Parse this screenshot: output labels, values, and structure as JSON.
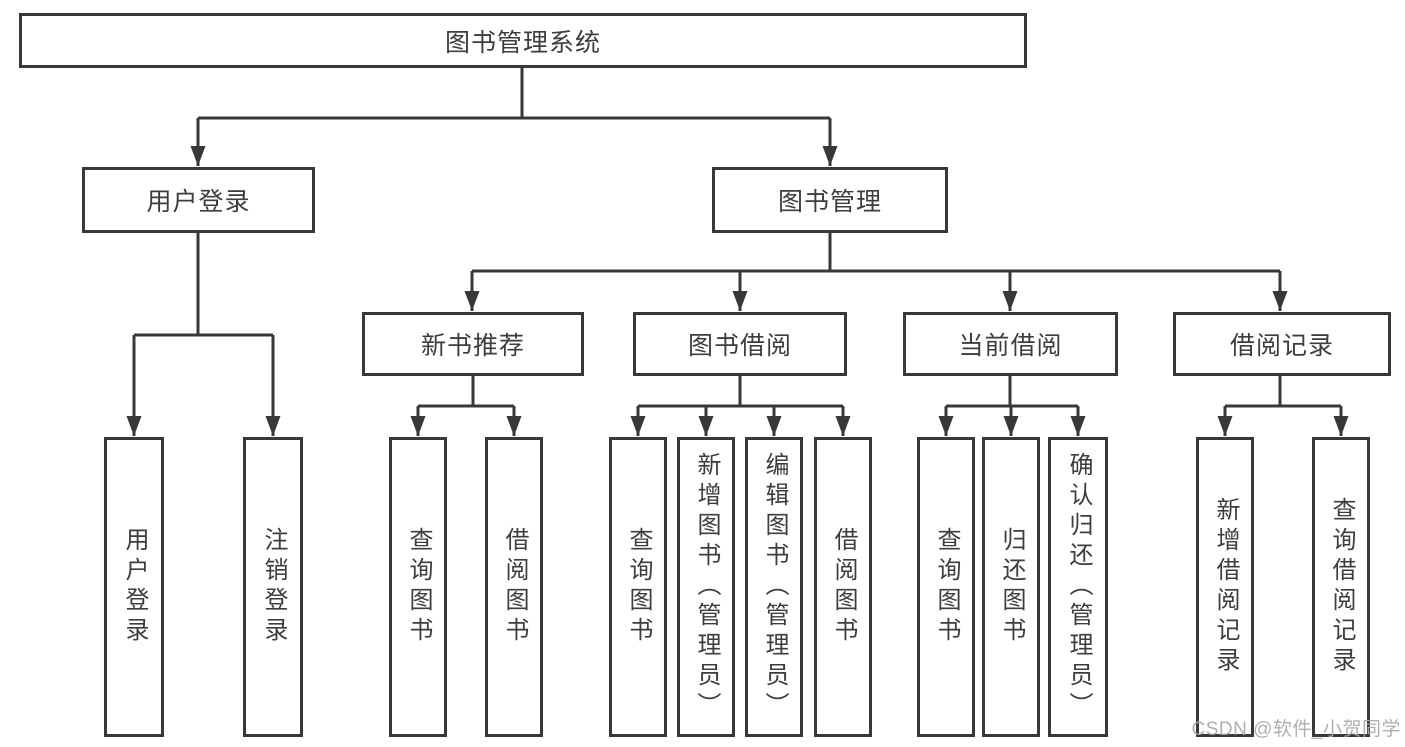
{
  "diagram": {
    "title": "图书管理系统",
    "branches": [
      {
        "label": "用户登录",
        "children": [
          {
            "label": "用户登录"
          },
          {
            "label": "注销登录"
          }
        ]
      },
      {
        "label": "图书管理",
        "children": [
          {
            "label": "新书推荐",
            "children": [
              {
                "label": "查询图书"
              },
              {
                "label": "借阅图书"
              }
            ]
          },
          {
            "label": "图书借阅",
            "children": [
              {
                "label": "查询图书"
              },
              {
                "label": "新增图书（管理员）"
              },
              {
                "label": "编辑图书（管理员）"
              },
              {
                "label": "借阅图书"
              }
            ]
          },
          {
            "label": "当前借阅",
            "children": [
              {
                "label": "查询图书"
              },
              {
                "label": "归还图书"
              },
              {
                "label": "确认归还（管理员）"
              }
            ]
          },
          {
            "label": "借阅记录",
            "children": [
              {
                "label": "新增借阅记录"
              },
              {
                "label": "查询借阅记录"
              }
            ]
          }
        ]
      }
    ]
  },
  "watermark": {
    "text": "CSDN @软件_小贺同学"
  },
  "colors": {
    "line": "#383838",
    "text": "#3d3d3d",
    "watermark": "#a8a8a8",
    "background": "#ffffff"
  }
}
